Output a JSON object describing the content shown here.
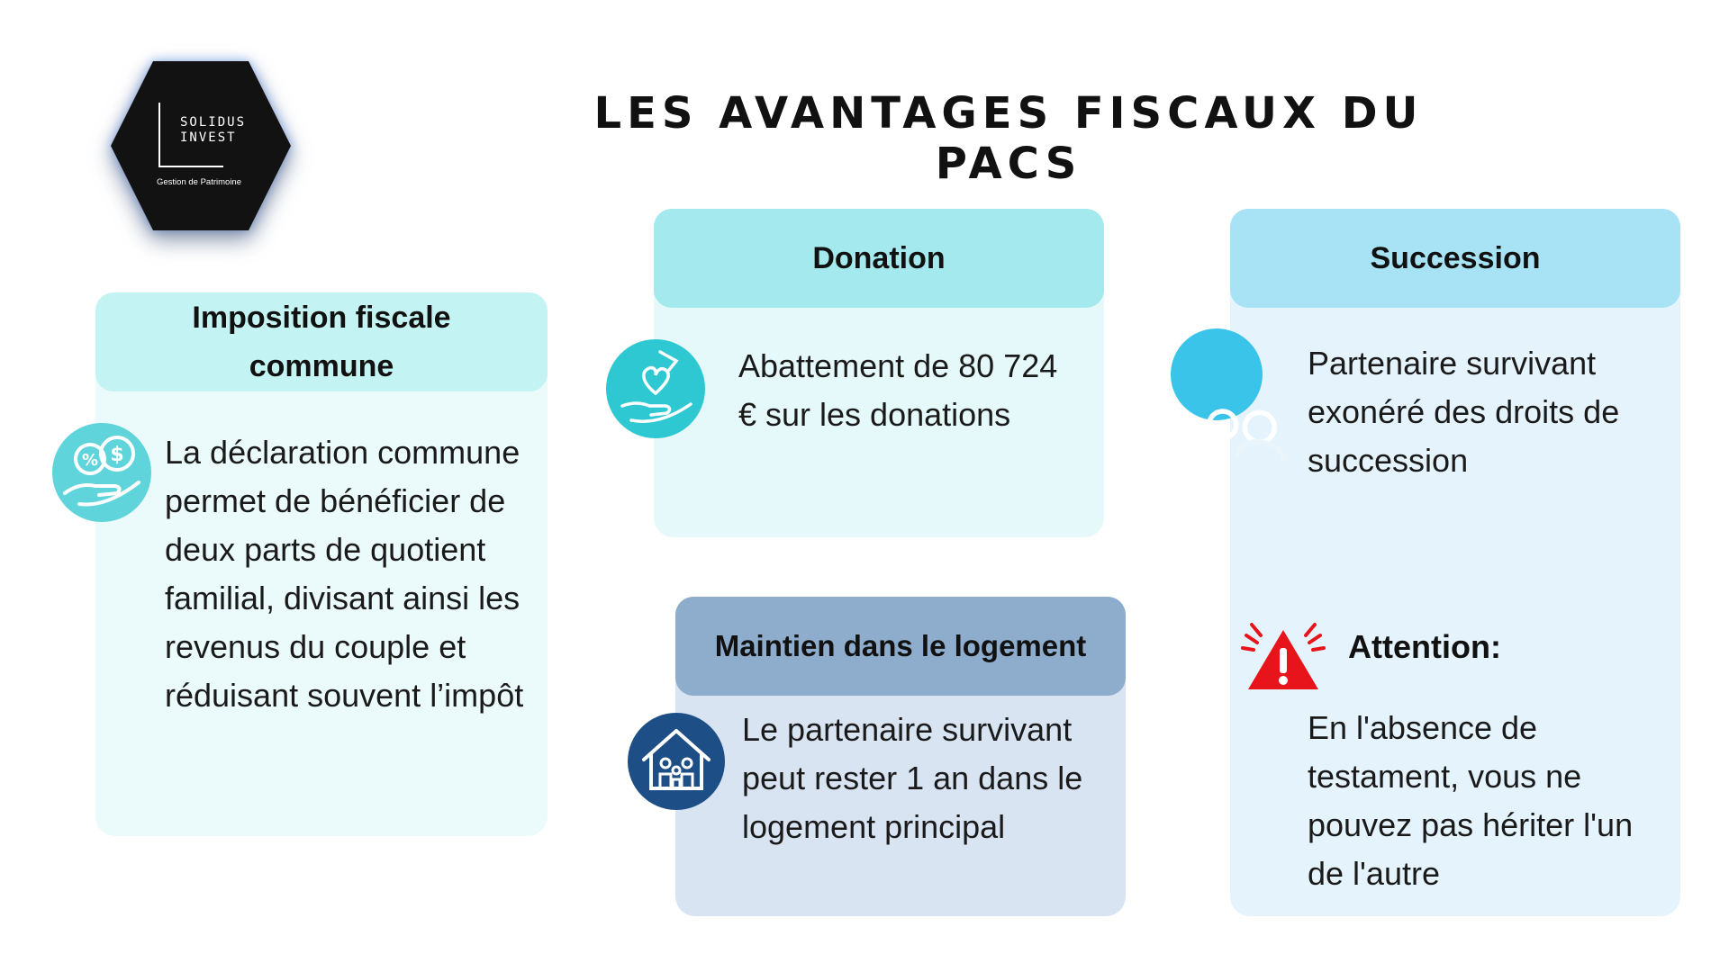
{
  "logo": {
    "line1": "SOLIDUS",
    "line2": "INVEST",
    "tagline": "Gestion de Patrimoine"
  },
  "title": "LES AVANTAGES FISCAUX DU PACS",
  "cards": {
    "imposition": {
      "heading_line1": "Imposition fiscale",
      "heading_line2": "commune",
      "body": "La déclaration commune permet de bénéficier de deux parts de quotient familial, divisant ainsi les revenus du couple et réduisant souvent l’impôt",
      "icon": "money-hand-icon"
    },
    "donation": {
      "heading": "Donation",
      "body": "Abattement de 80 724 € sur les donations",
      "icon": "donation-hand-icon"
    },
    "logement": {
      "heading": "Maintien dans le logement",
      "body": "Le partenaire survivant peut rester 1 an dans le logement principal",
      "icon": "family-house-icon"
    },
    "succession": {
      "heading": "Succession",
      "body": "Partenaire survivant exonéré des droits de succession",
      "icon": "people-icon",
      "attention_title": "Attention:",
      "attention_body": "En l'absence de testament, vous ne pouvez pas hériter l'un de l'autre",
      "attention_icon": "warning-triangle-icon"
    }
  },
  "colors": {
    "imposition_head": "#c3f3f2",
    "donation_head": "#a4e9ed",
    "logement_head": "#8eaccb",
    "succession_head": "#a7e3f5",
    "warning": "#e8141c"
  }
}
